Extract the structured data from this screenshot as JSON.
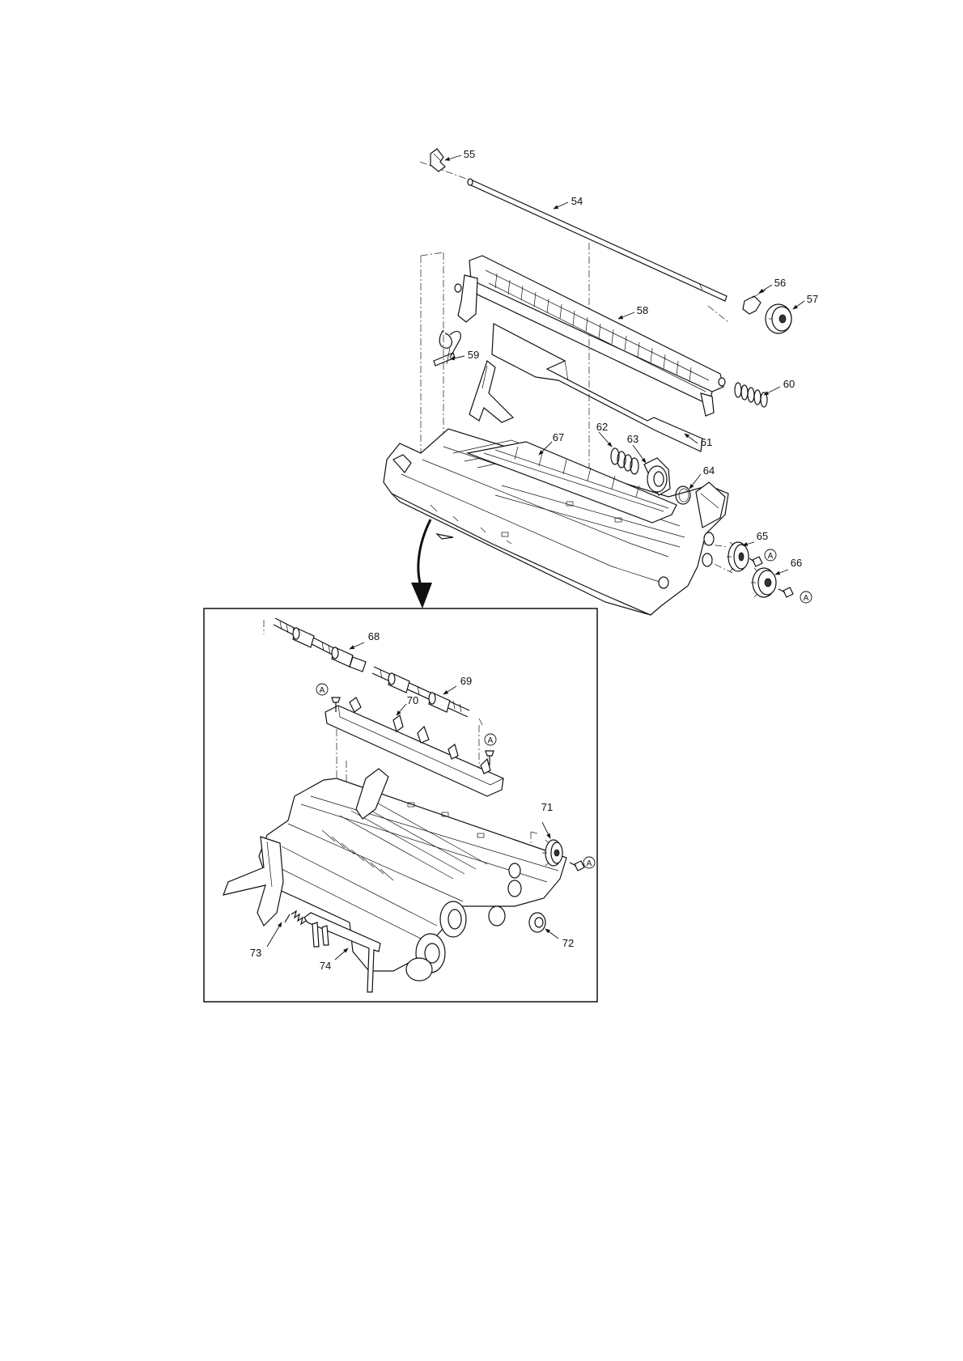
{
  "upper_view": {
    "callouts": [
      "54",
      "55",
      "56",
      "57",
      "58",
      "59",
      "60",
      "61",
      "62",
      "63",
      "64",
      "65",
      "66",
      "67"
    ],
    "reference_marks": [
      "A",
      "A"
    ]
  },
  "inset_view": {
    "callouts": [
      "68",
      "69",
      "70",
      "71",
      "72",
      "73",
      "74"
    ],
    "reference_marks": [
      "A",
      "A",
      "A"
    ]
  }
}
